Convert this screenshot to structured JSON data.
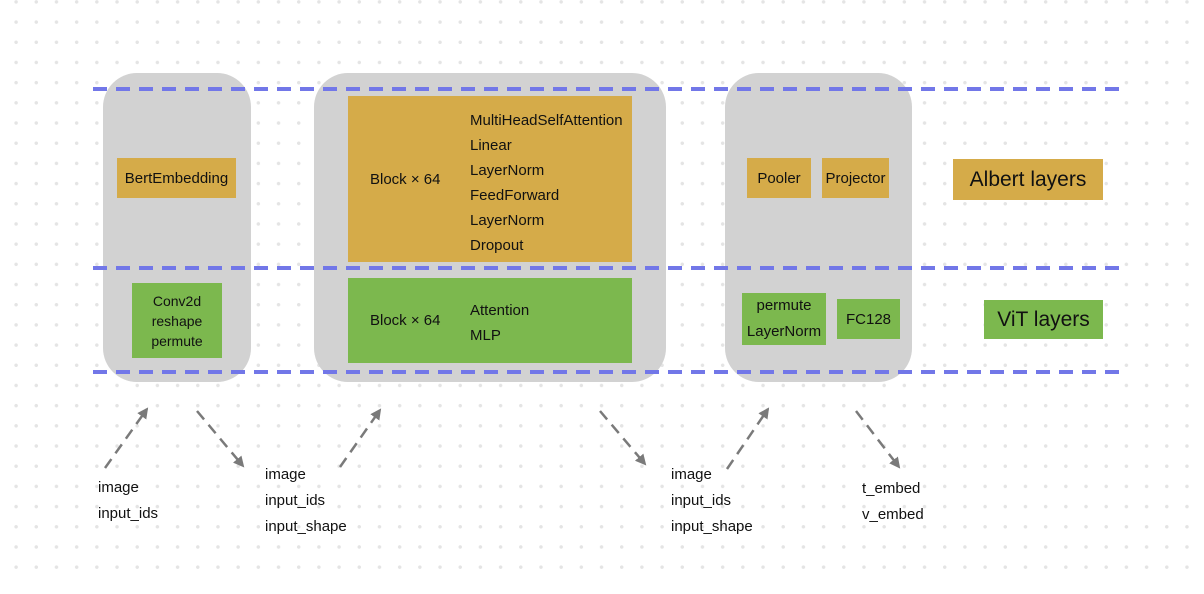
{
  "diagram": {
    "legend": {
      "albert": "Albert layers",
      "vit": "ViT layers"
    },
    "colors": {
      "albert_box": "#d5ab49",
      "vit_box": "#7cb84e",
      "stage_container": "#d2d2d2",
      "divider_line": "#7277e8",
      "arrow": "#7a7a7a",
      "text": "#111111"
    },
    "stages": [
      {
        "albert_box": "BertEmbedding",
        "vit_box_lines": [
          "Conv2d",
          "reshape",
          "permute"
        ]
      },
      {
        "albert_block": {
          "label": "Block × 64",
          "ops": [
            "MultiHeadSelfAttention",
            "Linear",
            "LayerNorm",
            "FeedForward",
            "LayerNorm",
            "Dropout"
          ]
        },
        "vit_block": {
          "label": "Block × 64",
          "ops": [
            "Attention",
            "MLP"
          ]
        }
      },
      {
        "albert_boxes": {
          "pooler": "Pooler",
          "projector": "Projector"
        },
        "vit_boxes": {
          "permute_layernorm_lines": [
            "permute",
            "LayerNorm"
          ],
          "fc": "FC128"
        }
      }
    ],
    "io_labels": [
      {
        "lines": [
          "image",
          "input_ids"
        ]
      },
      {
        "lines": [
          "image",
          "input_ids",
          "input_shape"
        ]
      },
      {
        "lines": [
          "image",
          "input_ids",
          "input_shape"
        ]
      },
      {
        "lines": [
          "t_embed",
          "v_embed"
        ]
      }
    ]
  }
}
